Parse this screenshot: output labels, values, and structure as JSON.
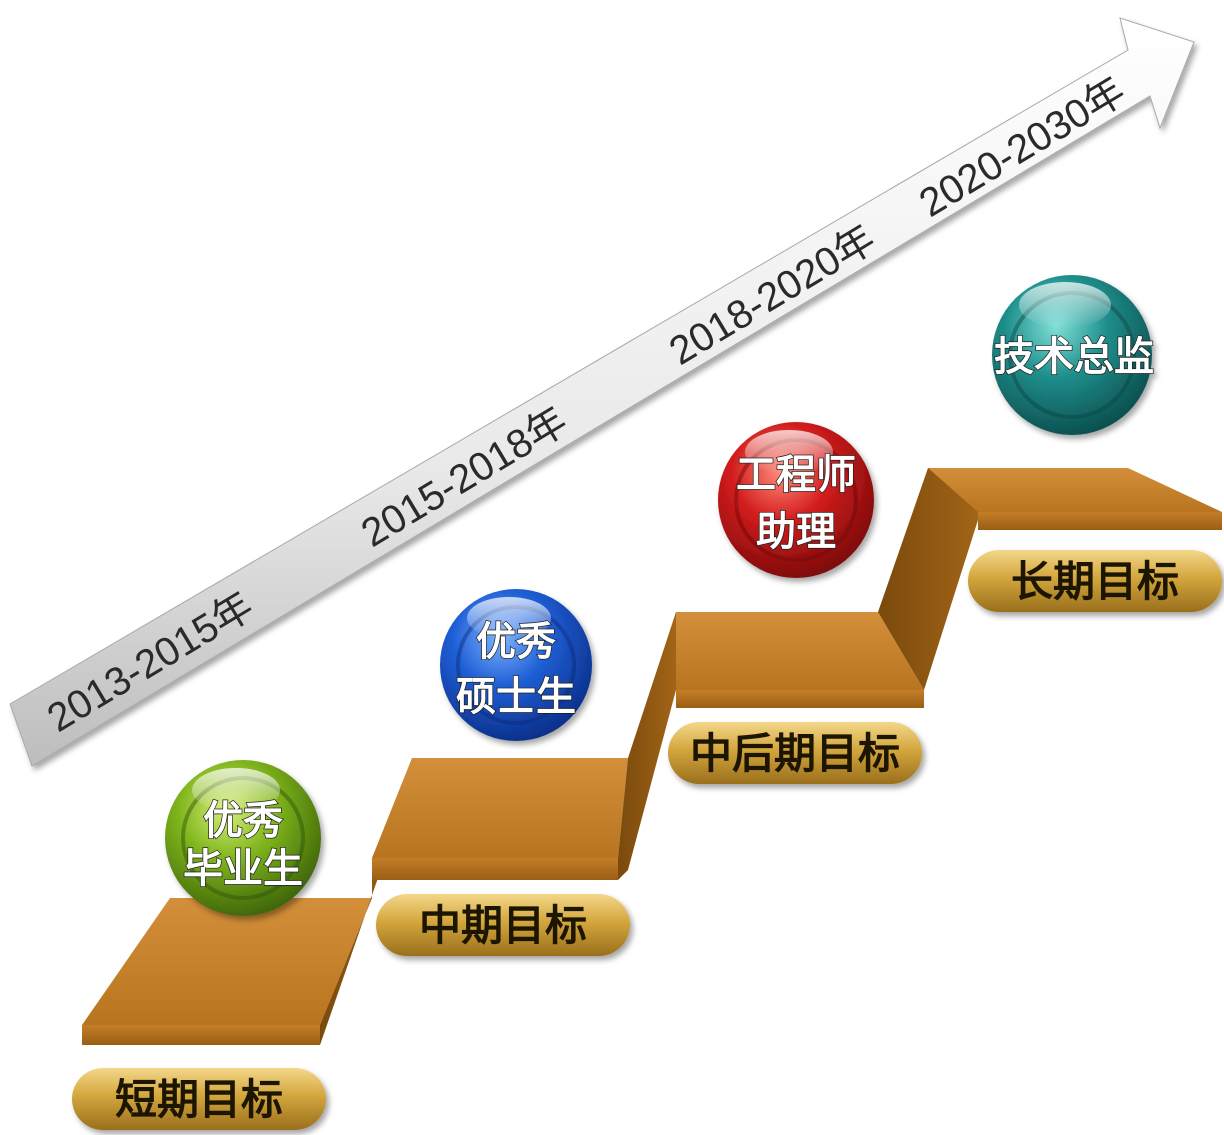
{
  "timeline": {
    "periods": [
      "2013-2015年",
      "2015-2018年",
      "2018-2020年",
      "2020-2030年"
    ]
  },
  "stages": [
    {
      "goal": "短期目标",
      "role_lines": [
        "优秀",
        "毕业生"
      ],
      "ball_color": "#6a9a12"
    },
    {
      "goal": "中期目标",
      "role_lines": [
        "优秀",
        "硕士生"
      ],
      "ball_color": "#1a56c8"
    },
    {
      "goal": "中后期目标",
      "role_lines": [
        "工程师",
        "助理"
      ],
      "ball_color": "#c81c1c"
    },
    {
      "goal": "长期目标",
      "role_lines": [
        "技术总监"
      ],
      "ball_color": "#1f8a8a"
    }
  ],
  "colors": {
    "step_top": "#c8822a",
    "step_riser": "#8a5410",
    "arrow_fill": "#ededed",
    "label_gold": "#c99a2c"
  }
}
